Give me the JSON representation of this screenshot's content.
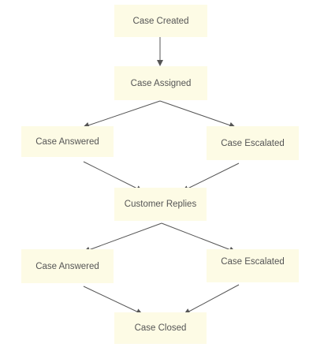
{
  "diagram": {
    "node_fill": "#FDFBE5",
    "text_color": "#555555",
    "edge_color": "#555555",
    "nodes": {
      "case_created": "Case Created",
      "case_assigned": "Case Assigned",
      "case_answered_1": "Case Answered",
      "case_escalated_1": "Case Escalated",
      "customer_replies": "Customer Replies",
      "case_answered_2": "Case Answered",
      "case_escalated_2": "Case Escalated",
      "case_closed": "Case Closed"
    },
    "edges": [
      {
        "from": "case_created",
        "to": "case_assigned"
      },
      {
        "from": "case_assigned",
        "to": "case_answered_1"
      },
      {
        "from": "case_assigned",
        "to": "case_escalated_1"
      },
      {
        "from": "case_answered_1",
        "to": "customer_replies"
      },
      {
        "from": "case_escalated_1",
        "to": "customer_replies"
      },
      {
        "from": "customer_replies",
        "to": "case_answered_2"
      },
      {
        "from": "customer_replies",
        "to": "case_escalated_2"
      },
      {
        "from": "case_answered_2",
        "to": "case_closed"
      },
      {
        "from": "case_escalated_2",
        "to": "case_closed"
      }
    ]
  }
}
